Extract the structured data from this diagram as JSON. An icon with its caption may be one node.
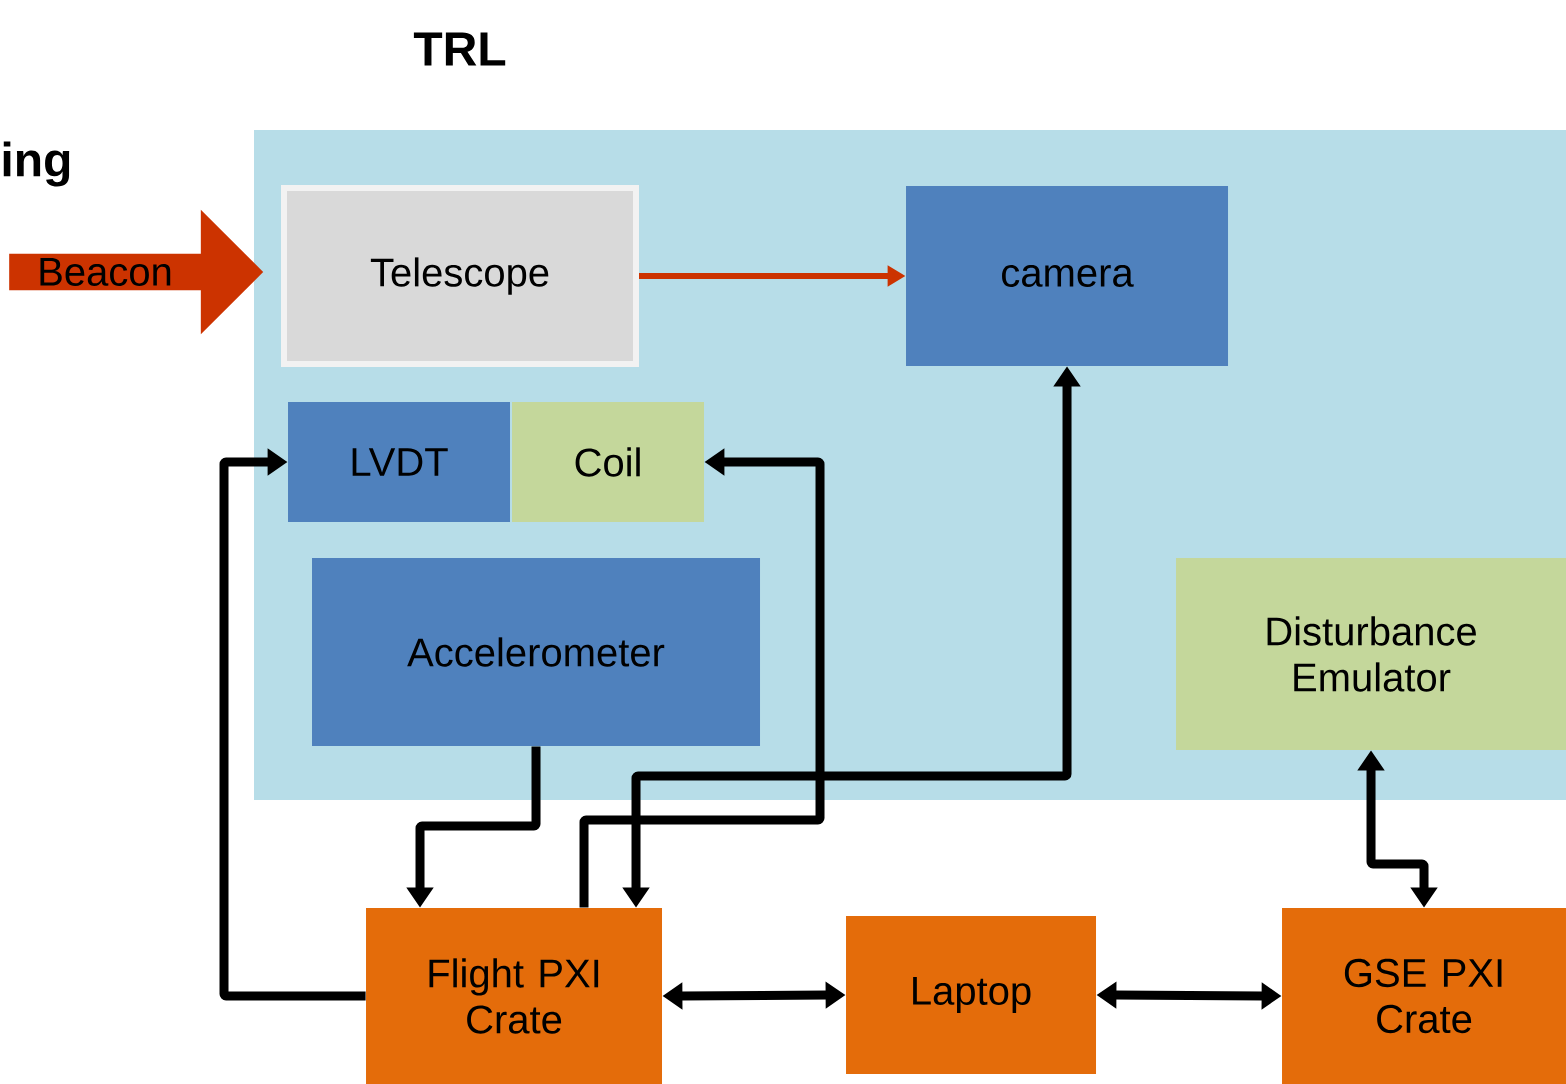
{
  "diagram": {
    "nodes": [
      {
        "text": [
          "TRL"
        ]
      },
      {
        "text": [
          "Beacon"
        ]
      },
      {
        "text": [
          "Telescope"
        ],
        "in": 0
      },
      {
        "text": [
          "camera"
        ],
        "in": 0
      },
      {
        "text": [
          "LVDT"
        ],
        "in": 0
      },
      {
        "text": [
          "Coil"
        ],
        "in": 0
      },
      {
        "text": [
          "Accelerometer"
        ],
        "in": 0
      },
      {
        "text": [
          "Disturbance Emulator"
        ],
        "in": 0
      },
      {
        "text": [
          "Flight PXI Crate"
        ]
      },
      {
        "text": [
          "Laptop"
        ]
      },
      {
        "text": [
          "GSE PXI Crate"
        ]
      }
    ],
    "edges": [
      {
        "from": 2,
        "to": 3,
        "arrow": "to",
        "color": "#cc3300"
      },
      {
        "from": 8,
        "to": 4,
        "arrow": "to"
      },
      {
        "from": 8,
        "to": 5,
        "arrow": "to"
      },
      {
        "from": 8,
        "to": 3,
        "arrow": "both"
      },
      {
        "from": 6,
        "to": 8,
        "arrow": "to"
      },
      {
        "from": 8,
        "to": 9,
        "arrow": "both"
      },
      {
        "from": 9,
        "to": 10,
        "arrow": "both"
      },
      {
        "from": 7,
        "to": 10,
        "arrow": "both"
      }
    ],
    "labels": [
      "ing"
    ]
  }
}
